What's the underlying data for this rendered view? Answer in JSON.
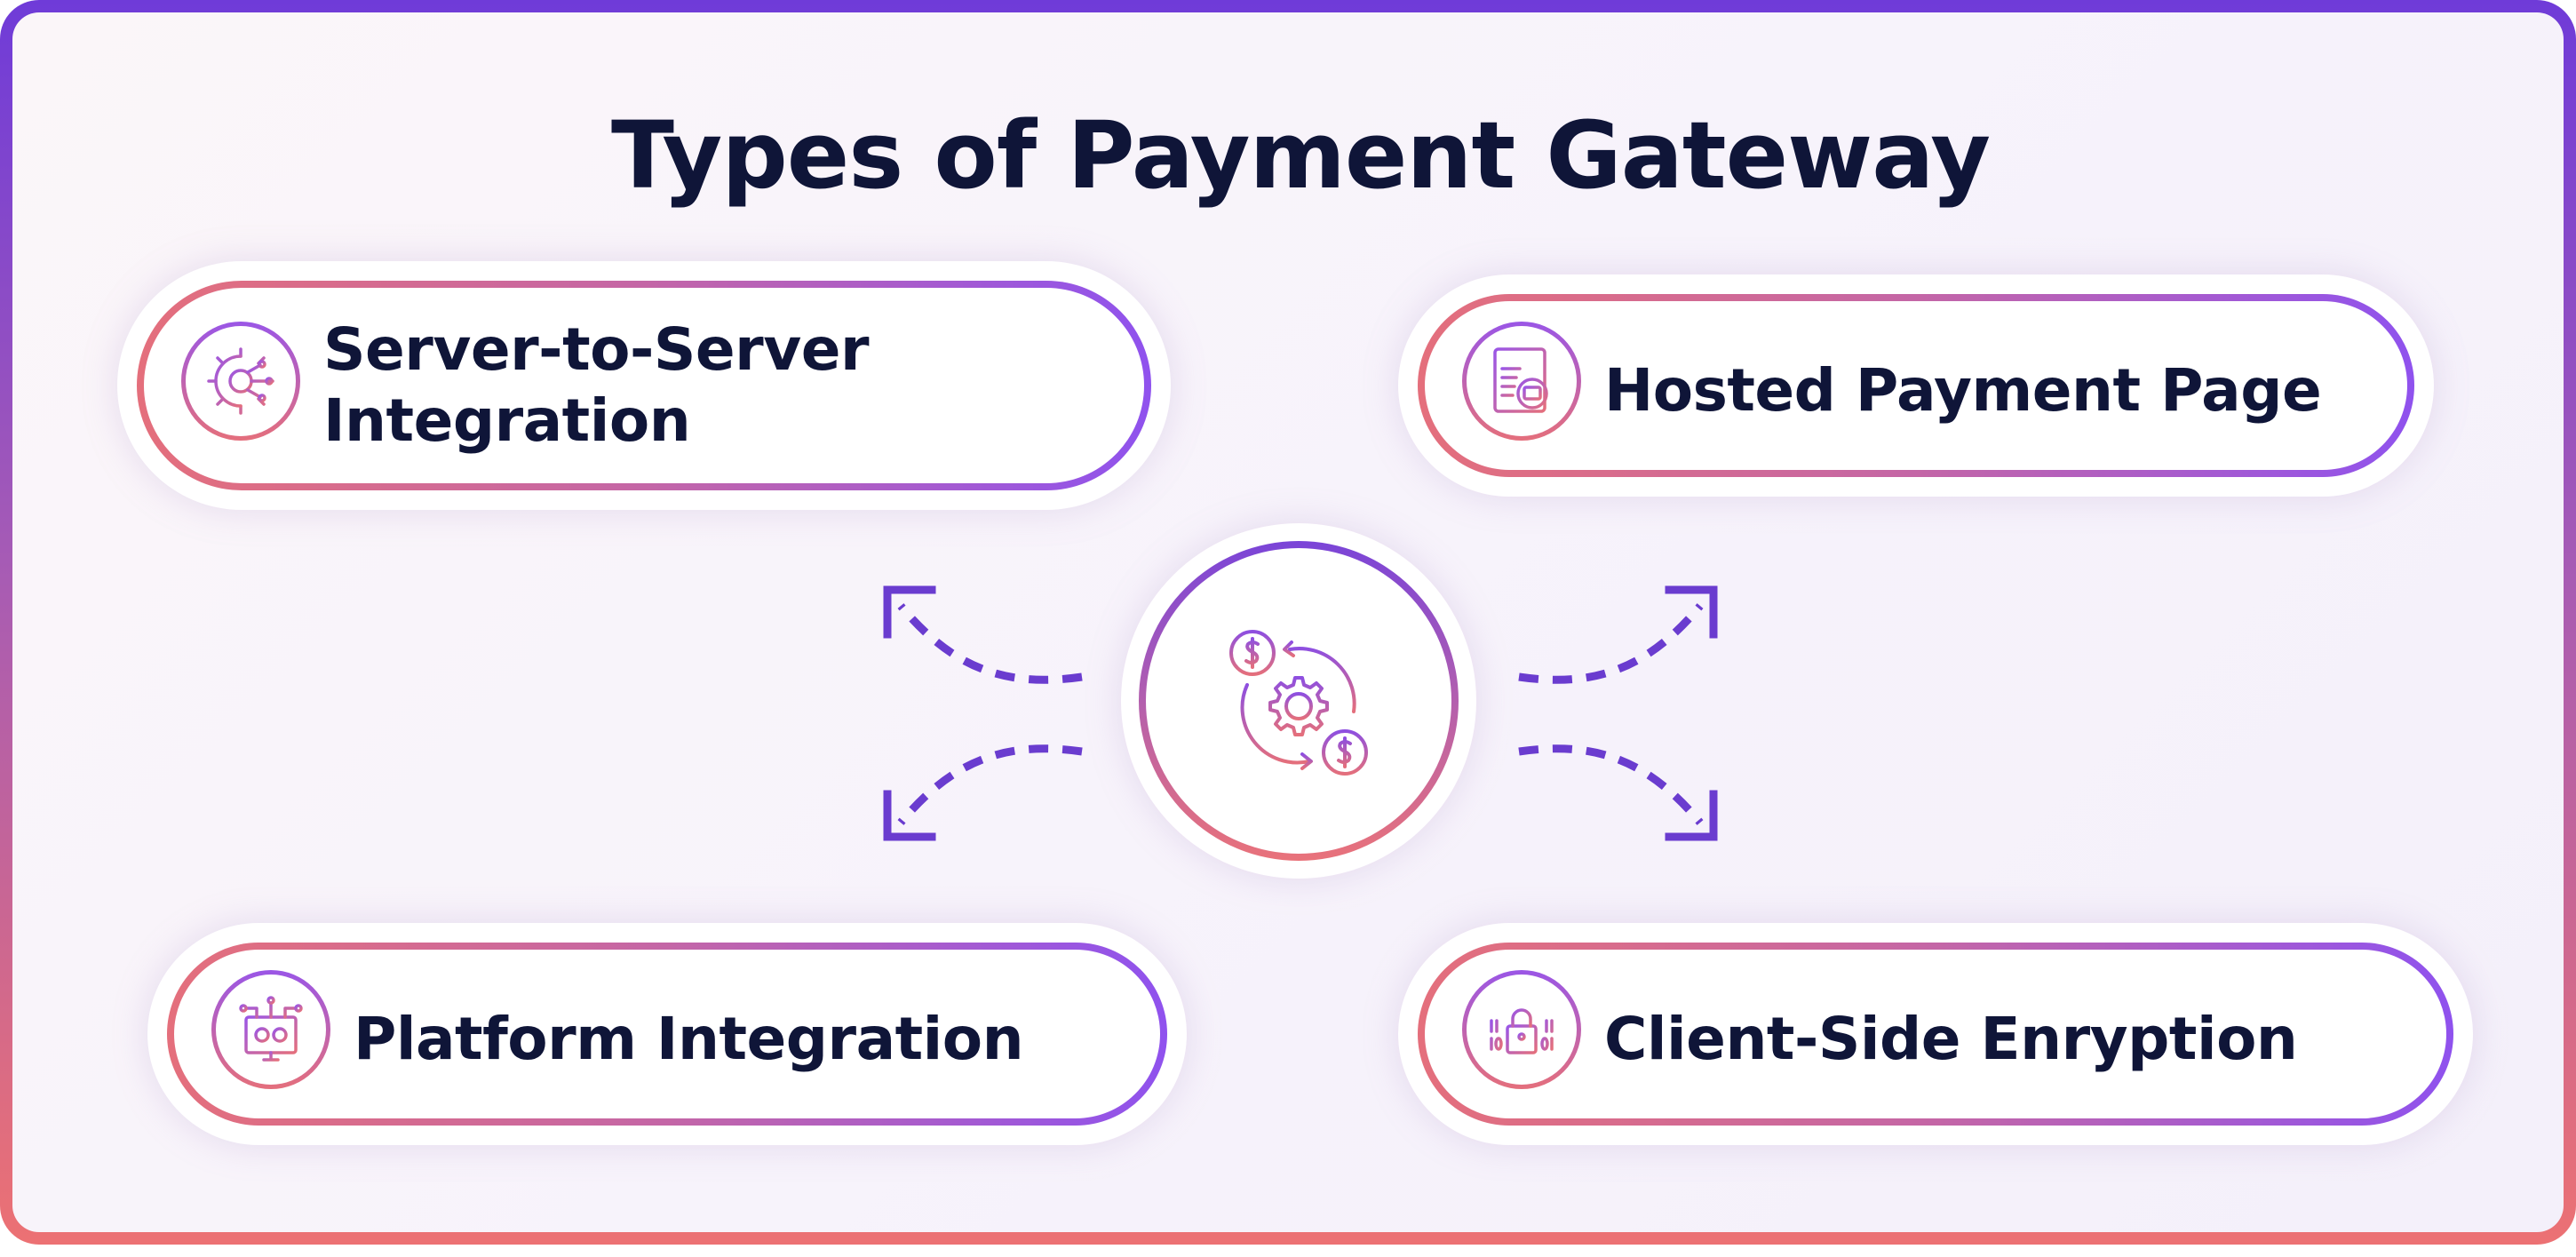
{
  "title": "Types of Payment Gateway",
  "center": {
    "icon": "payment-gear-exchange-icon"
  },
  "items": [
    {
      "label_line1": "Server-to-Server",
      "label_line2": "Integration",
      "icon": "gear-circuit-icon"
    },
    {
      "label": "Hosted Payment Page",
      "icon": "web-page-card-icon"
    },
    {
      "label": "Platform Integration",
      "icon": "monitor-gears-icon"
    },
    {
      "label": "Client-Side Enryption",
      "icon": "padlock-binary-icon"
    }
  ],
  "colors": {
    "title": "#0f1538",
    "gradient_start": "#e46f7c",
    "gradient_end": "#8f52ee",
    "arrow": "#6a3ccf"
  }
}
